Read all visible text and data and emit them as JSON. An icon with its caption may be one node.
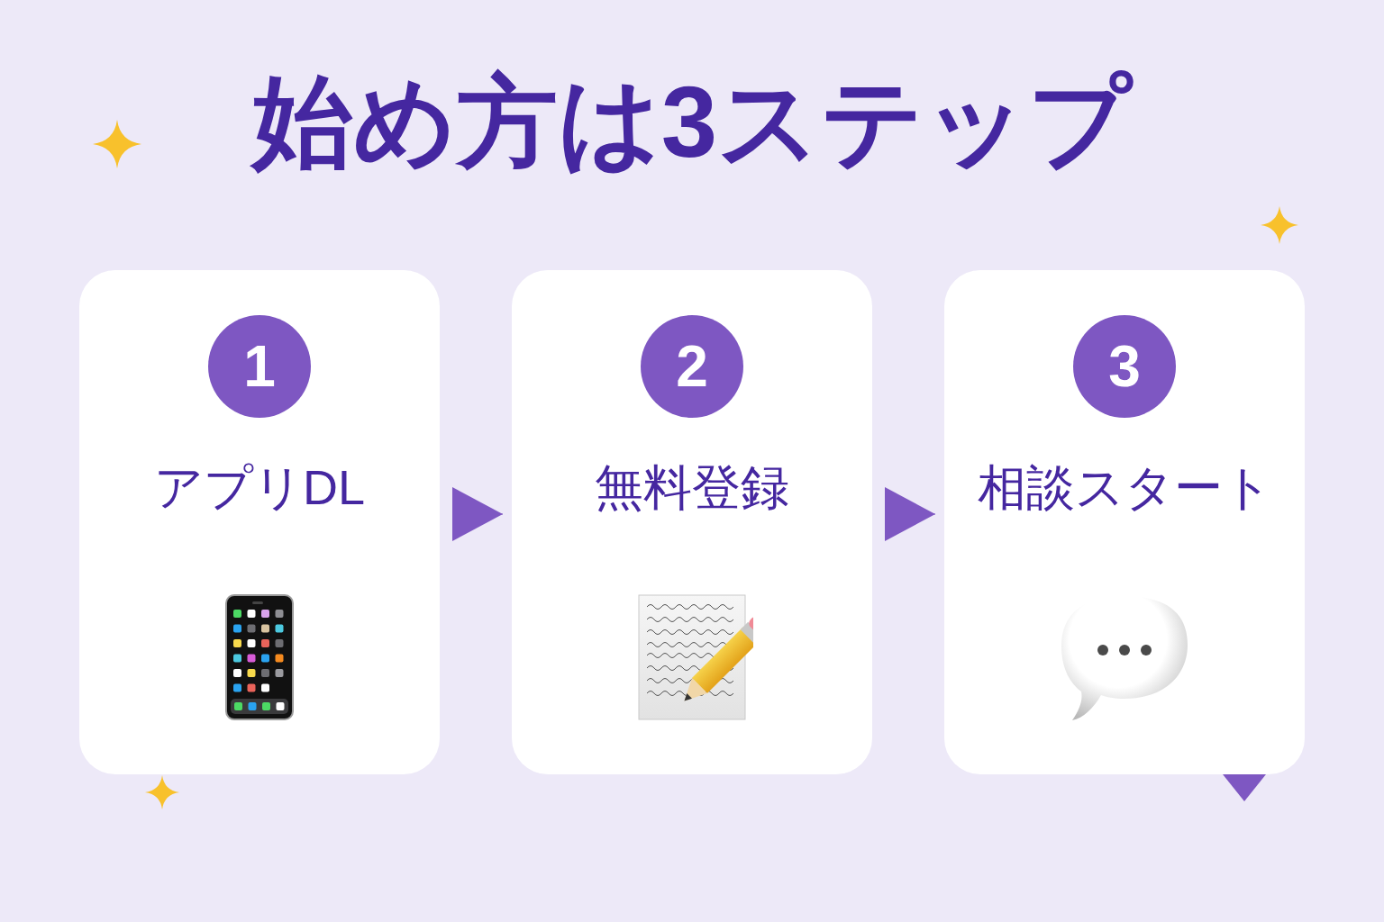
{
  "diagram": {
    "title": "始め方は3ステップ",
    "nodes": [
      {
        "text": [
          "アプリDL"
        ]
      },
      {
        "text": [
          "1"
        ],
        "in": 0
      },
      {
        "text": [
          "無料登録"
        ]
      },
      {
        "text": [
          "2"
        ],
        "in": 2
      },
      {
        "text": [
          "相談スタート"
        ]
      },
      {
        "text": [
          "3"
        ],
        "in": 4
      }
    ],
    "edges": [
      {
        "from": 0,
        "to": 2,
        "arrow": "to"
      },
      {
        "from": 2,
        "to": 4,
        "arrow": "to"
      }
    ]
  }
}
